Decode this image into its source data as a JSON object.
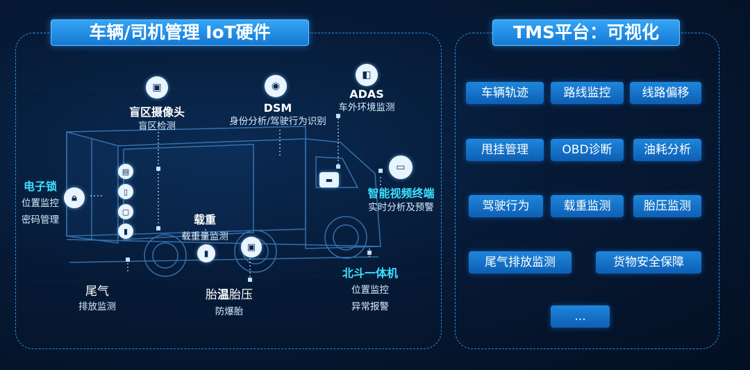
{
  "left_panel": {
    "title": "车辆/司机管理  IoT硬件",
    "labels": {
      "blind_camera": {
        "title": "盲区摄像头",
        "sub": "盲区检测"
      },
      "dsm": {
        "title": "DSM",
        "sub": "身份分析/驾驶行为识别"
      },
      "adas": {
        "title": "ADAS",
        "sub": "车外环境监测"
      },
      "elock": {
        "title": "电子锁",
        "sub1": "位置监控",
        "sub2": "密码管理"
      },
      "load": {
        "title": "载重",
        "sub": "载重量监测"
      },
      "video_terminal": {
        "title": "智能视频终端",
        "sub": "实时分析及预警"
      },
      "exhaust": {
        "title": "尾气",
        "sub": "排放监测"
      },
      "tire": {
        "title_a": "胎",
        "title_b": "温",
        "title_c": "胎压",
        "sub": "防爆胎"
      },
      "beidou": {
        "title": "北斗一体机",
        "sub1": "位置监控",
        "sub2": "异常报警"
      }
    }
  },
  "right_panel": {
    "title": "TMS平台：可视化",
    "features": [
      "车辆轨迹",
      "路线监控",
      "线路偏移",
      "甩挂管理",
      "OBD诊断",
      "油耗分析",
      "驾驶行为",
      "载重监测",
      "胎压监测",
      "尾气排放监测",
      "货物安全保障",
      "..."
    ]
  },
  "icons": [
    "camera-icon",
    "dsm-camera-icon",
    "adas-camera-icon",
    "lock-icon",
    "video-terminal-icon",
    "tire-sensor-icon",
    "load-sensor-icon",
    "toolbox-icon",
    "phone-icon",
    "tablet-icon",
    "device-icon",
    "beidou-icon"
  ],
  "colors": {
    "accent": "#1e86dc",
    "highlight": "#3ee0ff",
    "border": "#2f8fe0",
    "background": "#061a36"
  }
}
